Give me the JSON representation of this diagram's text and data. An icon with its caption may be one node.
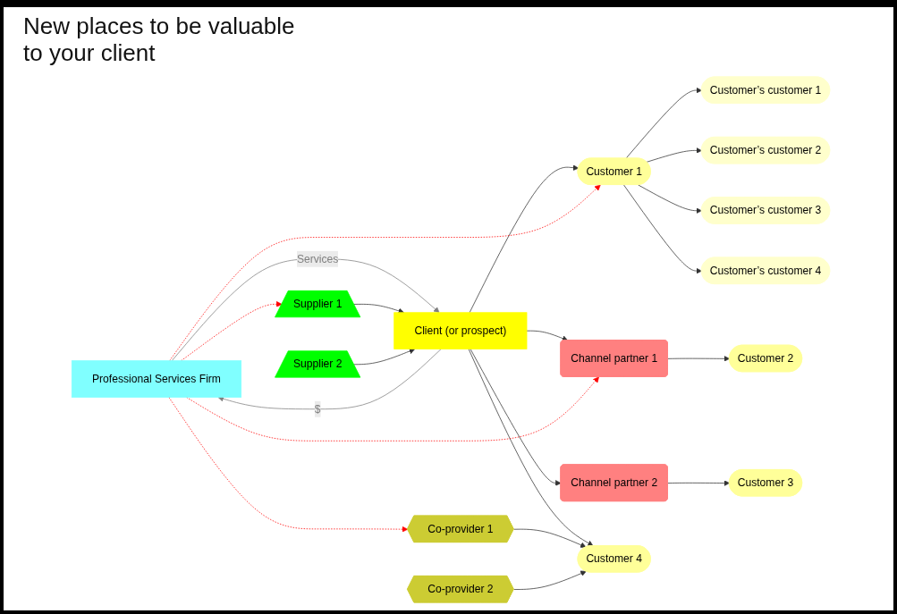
{
  "diagram": {
    "title": "New places to be valuable to your client",
    "nodes": [
      {
        "text": [
          "Professional Services Firm"
        ]
      },
      {
        "text": [
          "Client (or prospect)"
        ]
      },
      {
        "text": [
          "Customer 1"
        ]
      },
      {
        "text": [
          "Customer’s customer 1"
        ]
      },
      {
        "text": [
          "Customer’s customer 2"
        ]
      },
      {
        "text": [
          "Customer’s customer 3"
        ]
      },
      {
        "text": [
          "Customer’s customer 4"
        ]
      },
      {
        "text": [
          "Channel partner 1"
        ]
      },
      {
        "text": [
          "Customer 2"
        ]
      },
      {
        "text": [
          "Channel partner 2"
        ]
      },
      {
        "text": [
          "Customer 3"
        ]
      },
      {
        "text": [
          "Customer 4"
        ]
      },
      {
        "text": [
          "Supplier 1"
        ]
      },
      {
        "text": [
          "Supplier 2"
        ]
      },
      {
        "text": [
          "Co-provider 1"
        ]
      },
      {
        "text": [
          "Co-provider 2"
        ]
      }
    ],
    "edges": [
      {
        "from": 0,
        "to": 1,
        "arrow": "to",
        "label": "Services",
        "color": "#808080"
      },
      {
        "from": 1,
        "to": 0,
        "arrow": "to",
        "label": "$",
        "color": "#808080"
      },
      {
        "from": 1,
        "to": 2,
        "arrow": "to"
      },
      {
        "from": 2,
        "to": 3,
        "arrow": "to"
      },
      {
        "from": 2,
        "to": 4,
        "arrow": "to"
      },
      {
        "from": 2,
        "to": 5,
        "arrow": "to"
      },
      {
        "from": 2,
        "to": 6,
        "arrow": "to"
      },
      {
        "from": 1,
        "to": 7,
        "arrow": "to"
      },
      {
        "from": 7,
        "to": 8,
        "arrow": "to"
      },
      {
        "from": 1,
        "to": 9,
        "arrow": "to"
      },
      {
        "from": 9,
        "to": 10,
        "arrow": "to"
      },
      {
        "from": 1,
        "to": 11,
        "arrow": "to"
      },
      {
        "from": 12,
        "to": 1,
        "arrow": "to"
      },
      {
        "from": 13,
        "to": 1,
        "arrow": "to"
      },
      {
        "from": 14,
        "to": 11,
        "arrow": "to"
      },
      {
        "from": 15,
        "to": 11,
        "arrow": "to"
      },
      {
        "from": 0,
        "to": 7,
        "arrow": "to",
        "style": "dashed",
        "color": "#ff0000"
      },
      {
        "from": 0,
        "to": 2,
        "arrow": "to",
        "style": "dashed",
        "color": "#ff0000"
      },
      {
        "from": 0,
        "to": 12,
        "arrow": "to",
        "style": "dashed",
        "color": "#ff0000"
      },
      {
        "from": 0,
        "to": 14,
        "arrow": "to",
        "style": "dashed",
        "color": "#ff0000"
      }
    ]
  }
}
